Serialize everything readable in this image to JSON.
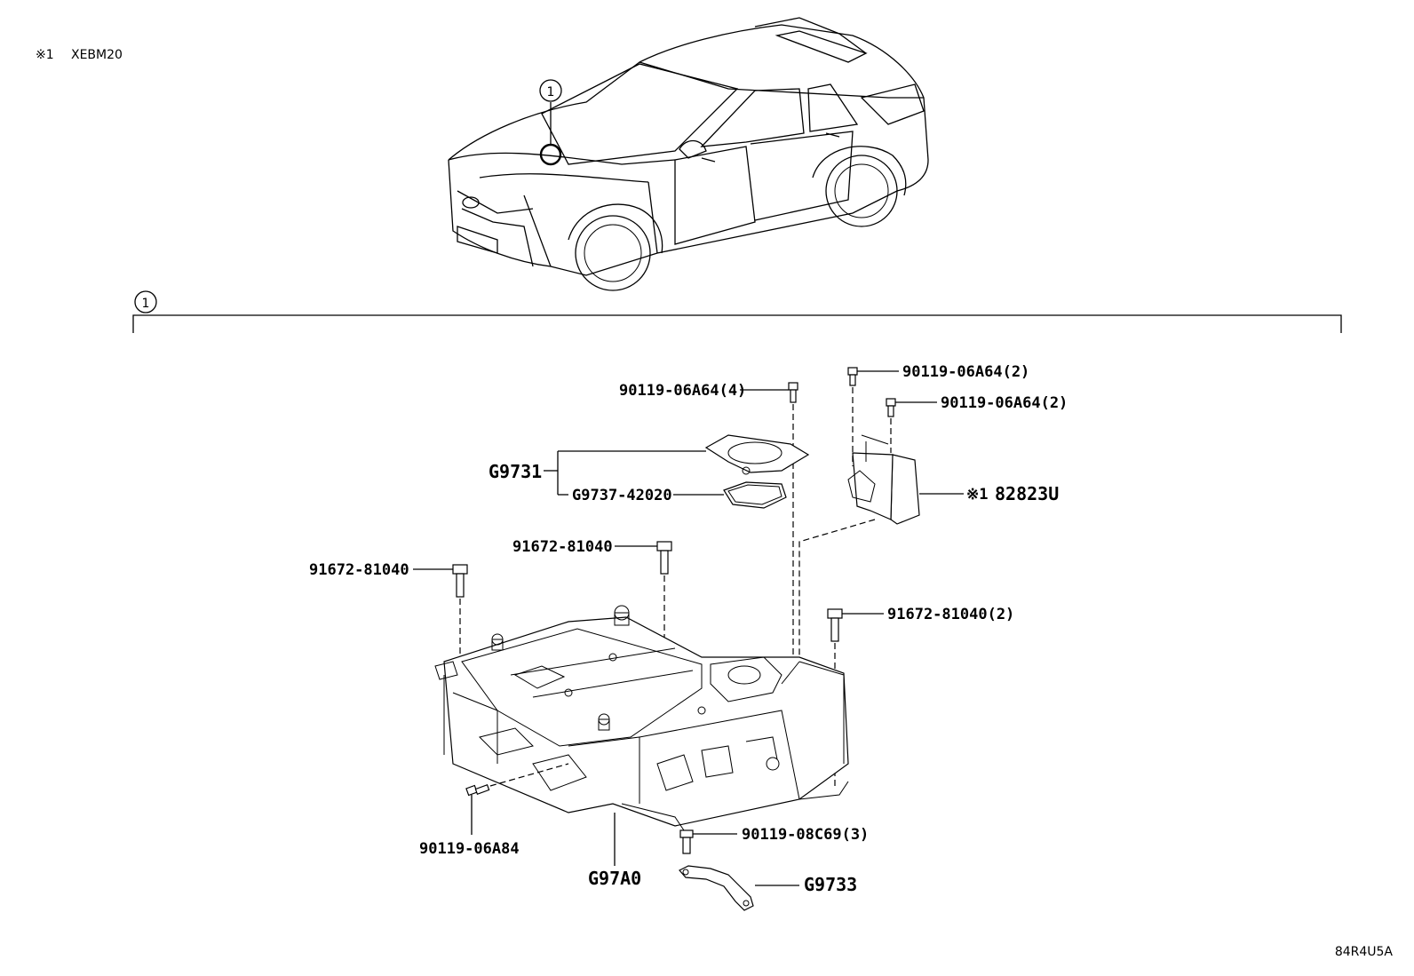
{
  "header_note": {
    "mark": "※1",
    "model": "XEBM20"
  },
  "callout_number": "1",
  "figure_code": "84R4U5A",
  "labels": {
    "bolt_top": "90119-06A64(4)",
    "bolt_right_top": "90119-06A64(2)",
    "bolt_right_second": "90119-06A64(2)",
    "assembly_g9731": "G9731",
    "gasket": "G9737-42020",
    "sensor_mark": "※1",
    "sensor": "82823U",
    "bolt_center": "91672-81040",
    "bolt_left": "91672-81040",
    "bolt_right": "91672-81040(2)",
    "bolt_bottom_left": "90119-06A84",
    "inverter": "G97A0",
    "bolt_bottom": "90119-08C69(3)",
    "bracket": "G9733"
  }
}
